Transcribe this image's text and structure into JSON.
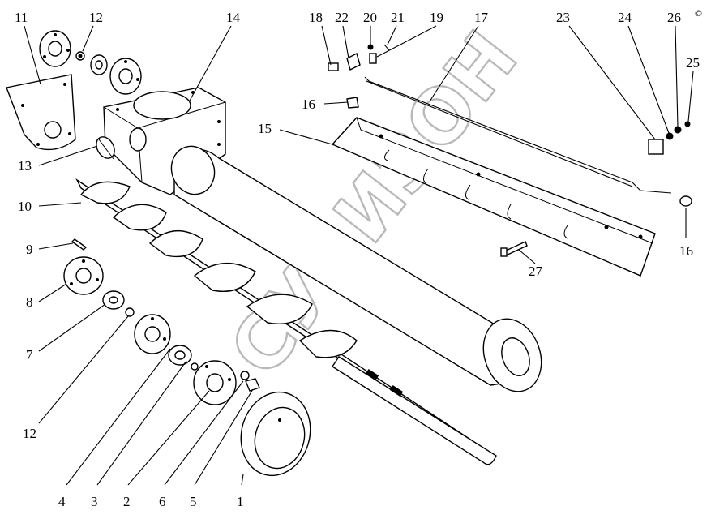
{
  "watermark": "СУБИЗОН",
  "copyright": "©",
  "callouts": [
    {
      "id": "c11",
      "text": "11"
    },
    {
      "id": "c12a",
      "text": "12"
    },
    {
      "id": "c14",
      "text": "14"
    },
    {
      "id": "c18",
      "text": "18"
    },
    {
      "id": "c22",
      "text": "22"
    },
    {
      "id": "c20",
      "text": "20"
    },
    {
      "id": "c21",
      "text": "21"
    },
    {
      "id": "c19",
      "text": "19"
    },
    {
      "id": "c17",
      "text": "17"
    },
    {
      "id": "c23",
      "text": "23"
    },
    {
      "id": "c24",
      "text": "24"
    },
    {
      "id": "c26",
      "text": "26"
    },
    {
      "id": "c25",
      "text": "25"
    },
    {
      "id": "c16a",
      "text": "16"
    },
    {
      "id": "c15",
      "text": "15"
    },
    {
      "id": "c13",
      "text": "13"
    },
    {
      "id": "c10",
      "text": "10"
    },
    {
      "id": "c9",
      "text": "9"
    },
    {
      "id": "c8",
      "text": "8"
    },
    {
      "id": "c7",
      "text": "7"
    },
    {
      "id": "c12b",
      "text": "12"
    },
    {
      "id": "c4",
      "text": "4"
    },
    {
      "id": "c3",
      "text": "3"
    },
    {
      "id": "c2",
      "text": "2"
    },
    {
      "id": "c6",
      "text": "6"
    },
    {
      "id": "c5",
      "text": "5"
    },
    {
      "id": "c1",
      "text": "1"
    },
    {
      "id": "c27",
      "text": "27"
    },
    {
      "id": "c16b",
      "text": "16"
    }
  ]
}
